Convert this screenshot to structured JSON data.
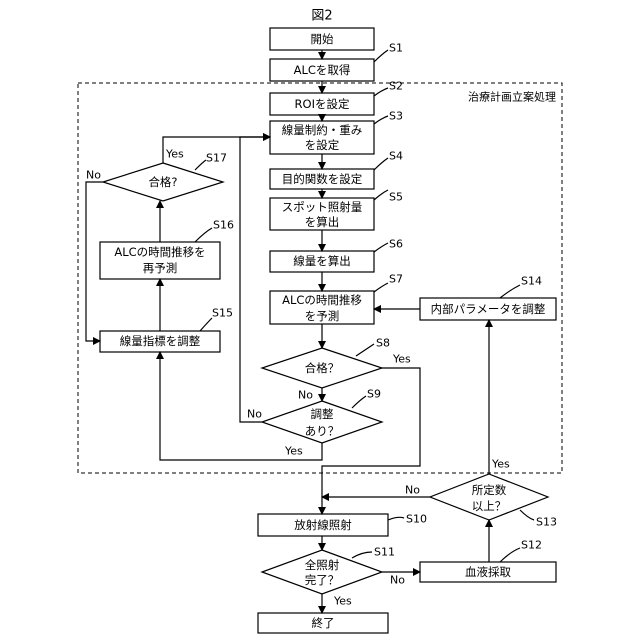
{
  "figure_title": "図2",
  "region_label": "治療計画立案処理",
  "nodes": {
    "start": {
      "line1": "開始"
    },
    "s1": {
      "line1": "ALCを取得",
      "step": "S1"
    },
    "s2": {
      "line1": "ROIを設定",
      "step": "S2"
    },
    "s3": {
      "line1": "線量制約・重み",
      "line2": "を設定",
      "step": "S3"
    },
    "s4": {
      "line1": "目的関数を設定",
      "step": "S4"
    },
    "s5": {
      "line1": "スポット照射量",
      "line2": "を算出",
      "step": "S5"
    },
    "s6": {
      "line1": "線量を算出",
      "step": "S6"
    },
    "s7": {
      "line1": "ALCの時間推移",
      "line2": "を予測",
      "step": "S7"
    },
    "s8": {
      "line1": "合格？",
      "step": "S8"
    },
    "s9": {
      "line1": "調整",
      "line2": "あり？",
      "step": "S9"
    },
    "s10": {
      "line1": "放射線照射",
      "step": "S10"
    },
    "s11": {
      "line1": "全照射",
      "line2": "完了？",
      "step": "S11"
    },
    "s12": {
      "line1": "血液採取",
      "step": "S12"
    },
    "s13": {
      "line1": "所定数",
      "line2": "以上？",
      "step": "S13"
    },
    "s14": {
      "line1": "内部パラメータを調整",
      "step": "S14"
    },
    "s15": {
      "line1": "線量指標を調整",
      "step": "S15"
    },
    "s16": {
      "line1": "ALCの時間推移を",
      "line2": "再予測",
      "step": "S16"
    },
    "s17": {
      "line1": "合格?",
      "step": "S17"
    },
    "end": {
      "line1": "終了"
    }
  },
  "edge_labels": {
    "s8_yes": "Yes",
    "s8_no": "No",
    "s9_yes": "Yes",
    "s9_no": "No",
    "s17_yes": "Yes",
    "s17_no": "No",
    "s11_yes": "Yes",
    "s11_no": "No",
    "s13_yes": "Yes",
    "s13_no": "No"
  }
}
